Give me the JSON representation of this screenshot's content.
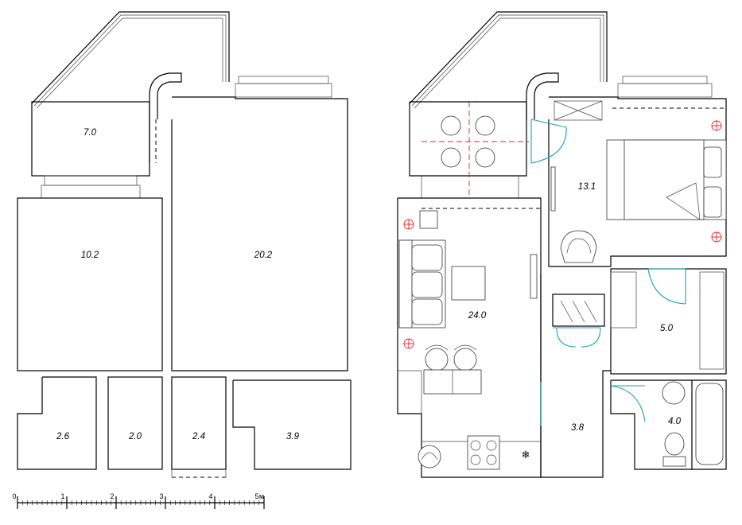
{
  "left_plan": {
    "room_areas": [
      "7.0",
      "10.2",
      "20.2",
      "2.6",
      "2.0",
      "2.4",
      "3.9"
    ]
  },
  "right_plan": {
    "room_areas": [
      "13.1",
      "24.0",
      "5.0",
      "3.8",
      "4.0"
    ]
  },
  "scale_bar": {
    "ticks": [
      "0",
      "1",
      "2",
      "3",
      "4",
      "5"
    ],
    "unit": "м"
  },
  "colors": {
    "walls": "#000000",
    "outlets": "#e02020",
    "doors": "#1aa3b0"
  }
}
